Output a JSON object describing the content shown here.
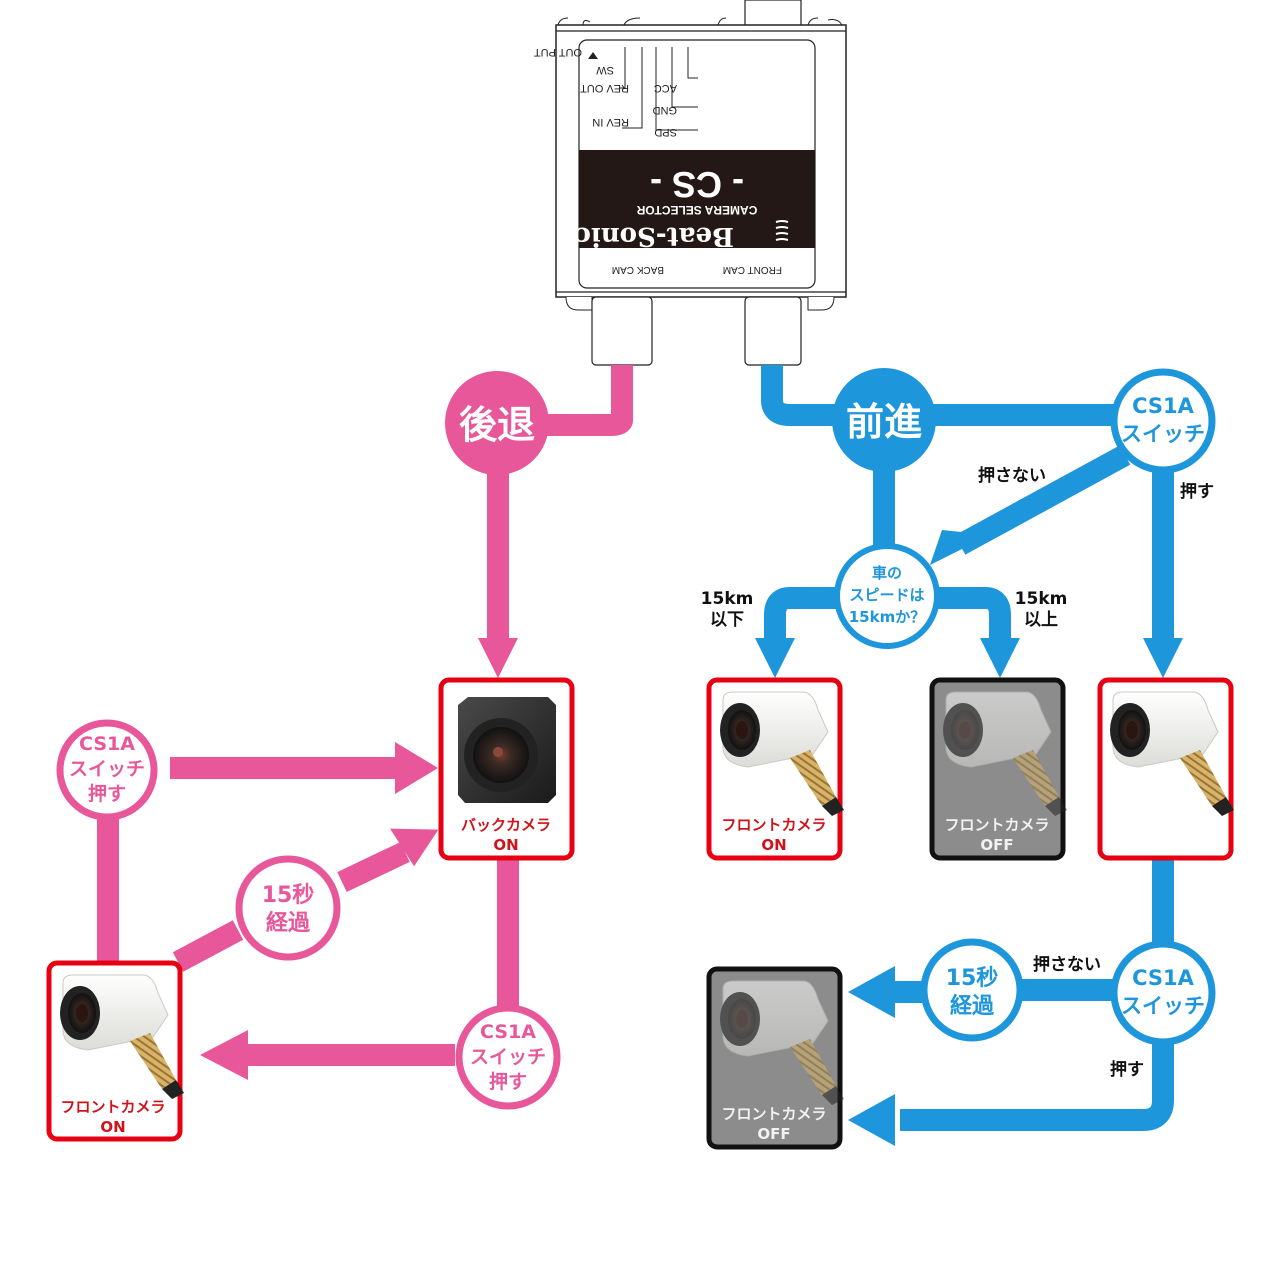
{
  "colors": {
    "pink": "#e8579a",
    "blue": "#1e96dc",
    "red_frame": "#e60012",
    "black_frame": "#111111",
    "off_bg": "#8c8c8c",
    "label_red": "#d0121b",
    "device_dark": "#231815"
  },
  "device": {
    "brand": "Beat-Sonic",
    "model": "CS",
    "model_dashes": "- CS -",
    "subtitle": "CAMERA SELECTOR",
    "ports": {
      "output": "OUT PUT",
      "acc": "ACC",
      "gnd": "GND",
      "spd": "SPD",
      "rev_in": "REV IN",
      "rev_out": "REV OUT",
      "sw": "SW",
      "front_cam": "FRONT CAM",
      "back_cam": "BACK CAM"
    }
  },
  "reverse_flow": {
    "start_label": "後退",
    "back_camera": {
      "label": "バックカメラ",
      "state": "ON"
    },
    "front_camera": {
      "label": "フロントカメラ",
      "state": "ON"
    },
    "switch_top": {
      "line1": "CS1A",
      "line2": "スイッチ",
      "line3": "押す"
    },
    "switch_bottom": {
      "line1": "CS1A",
      "line2": "スイッチ",
      "line3": "押す"
    },
    "timer": {
      "line1": "15秒",
      "line2": "経過"
    }
  },
  "forward_flow": {
    "start_label": "前進",
    "switch_top": {
      "line1": "CS1A",
      "line2": "スイッチ"
    },
    "not_pressed_label": "押さない",
    "pressed_label": "押す",
    "speed_check": {
      "line1": "車の",
      "line2": "スピードは",
      "line3": "15kmか？"
    },
    "below": {
      "line1": "15km",
      "line2": "以下"
    },
    "above": {
      "line1": "15km",
      "line2": "以上"
    },
    "cam_below": {
      "label": "フロントカメラ",
      "state": "ON"
    },
    "cam_above": {
      "label": "フロントカメラ",
      "state": "OFF"
    },
    "cam_pressed": {
      "label": "",
      "state": ""
    },
    "switch_bottom": {
      "line1": "CS1A",
      "line2": "スイッチ"
    },
    "bottom_not_pressed_label": "押さない",
    "bottom_pressed_label": "押す",
    "timer": {
      "line1": "15秒",
      "line2": "経過"
    },
    "cam_final": {
      "label": "フロントカメラ",
      "state": "OFF"
    }
  }
}
